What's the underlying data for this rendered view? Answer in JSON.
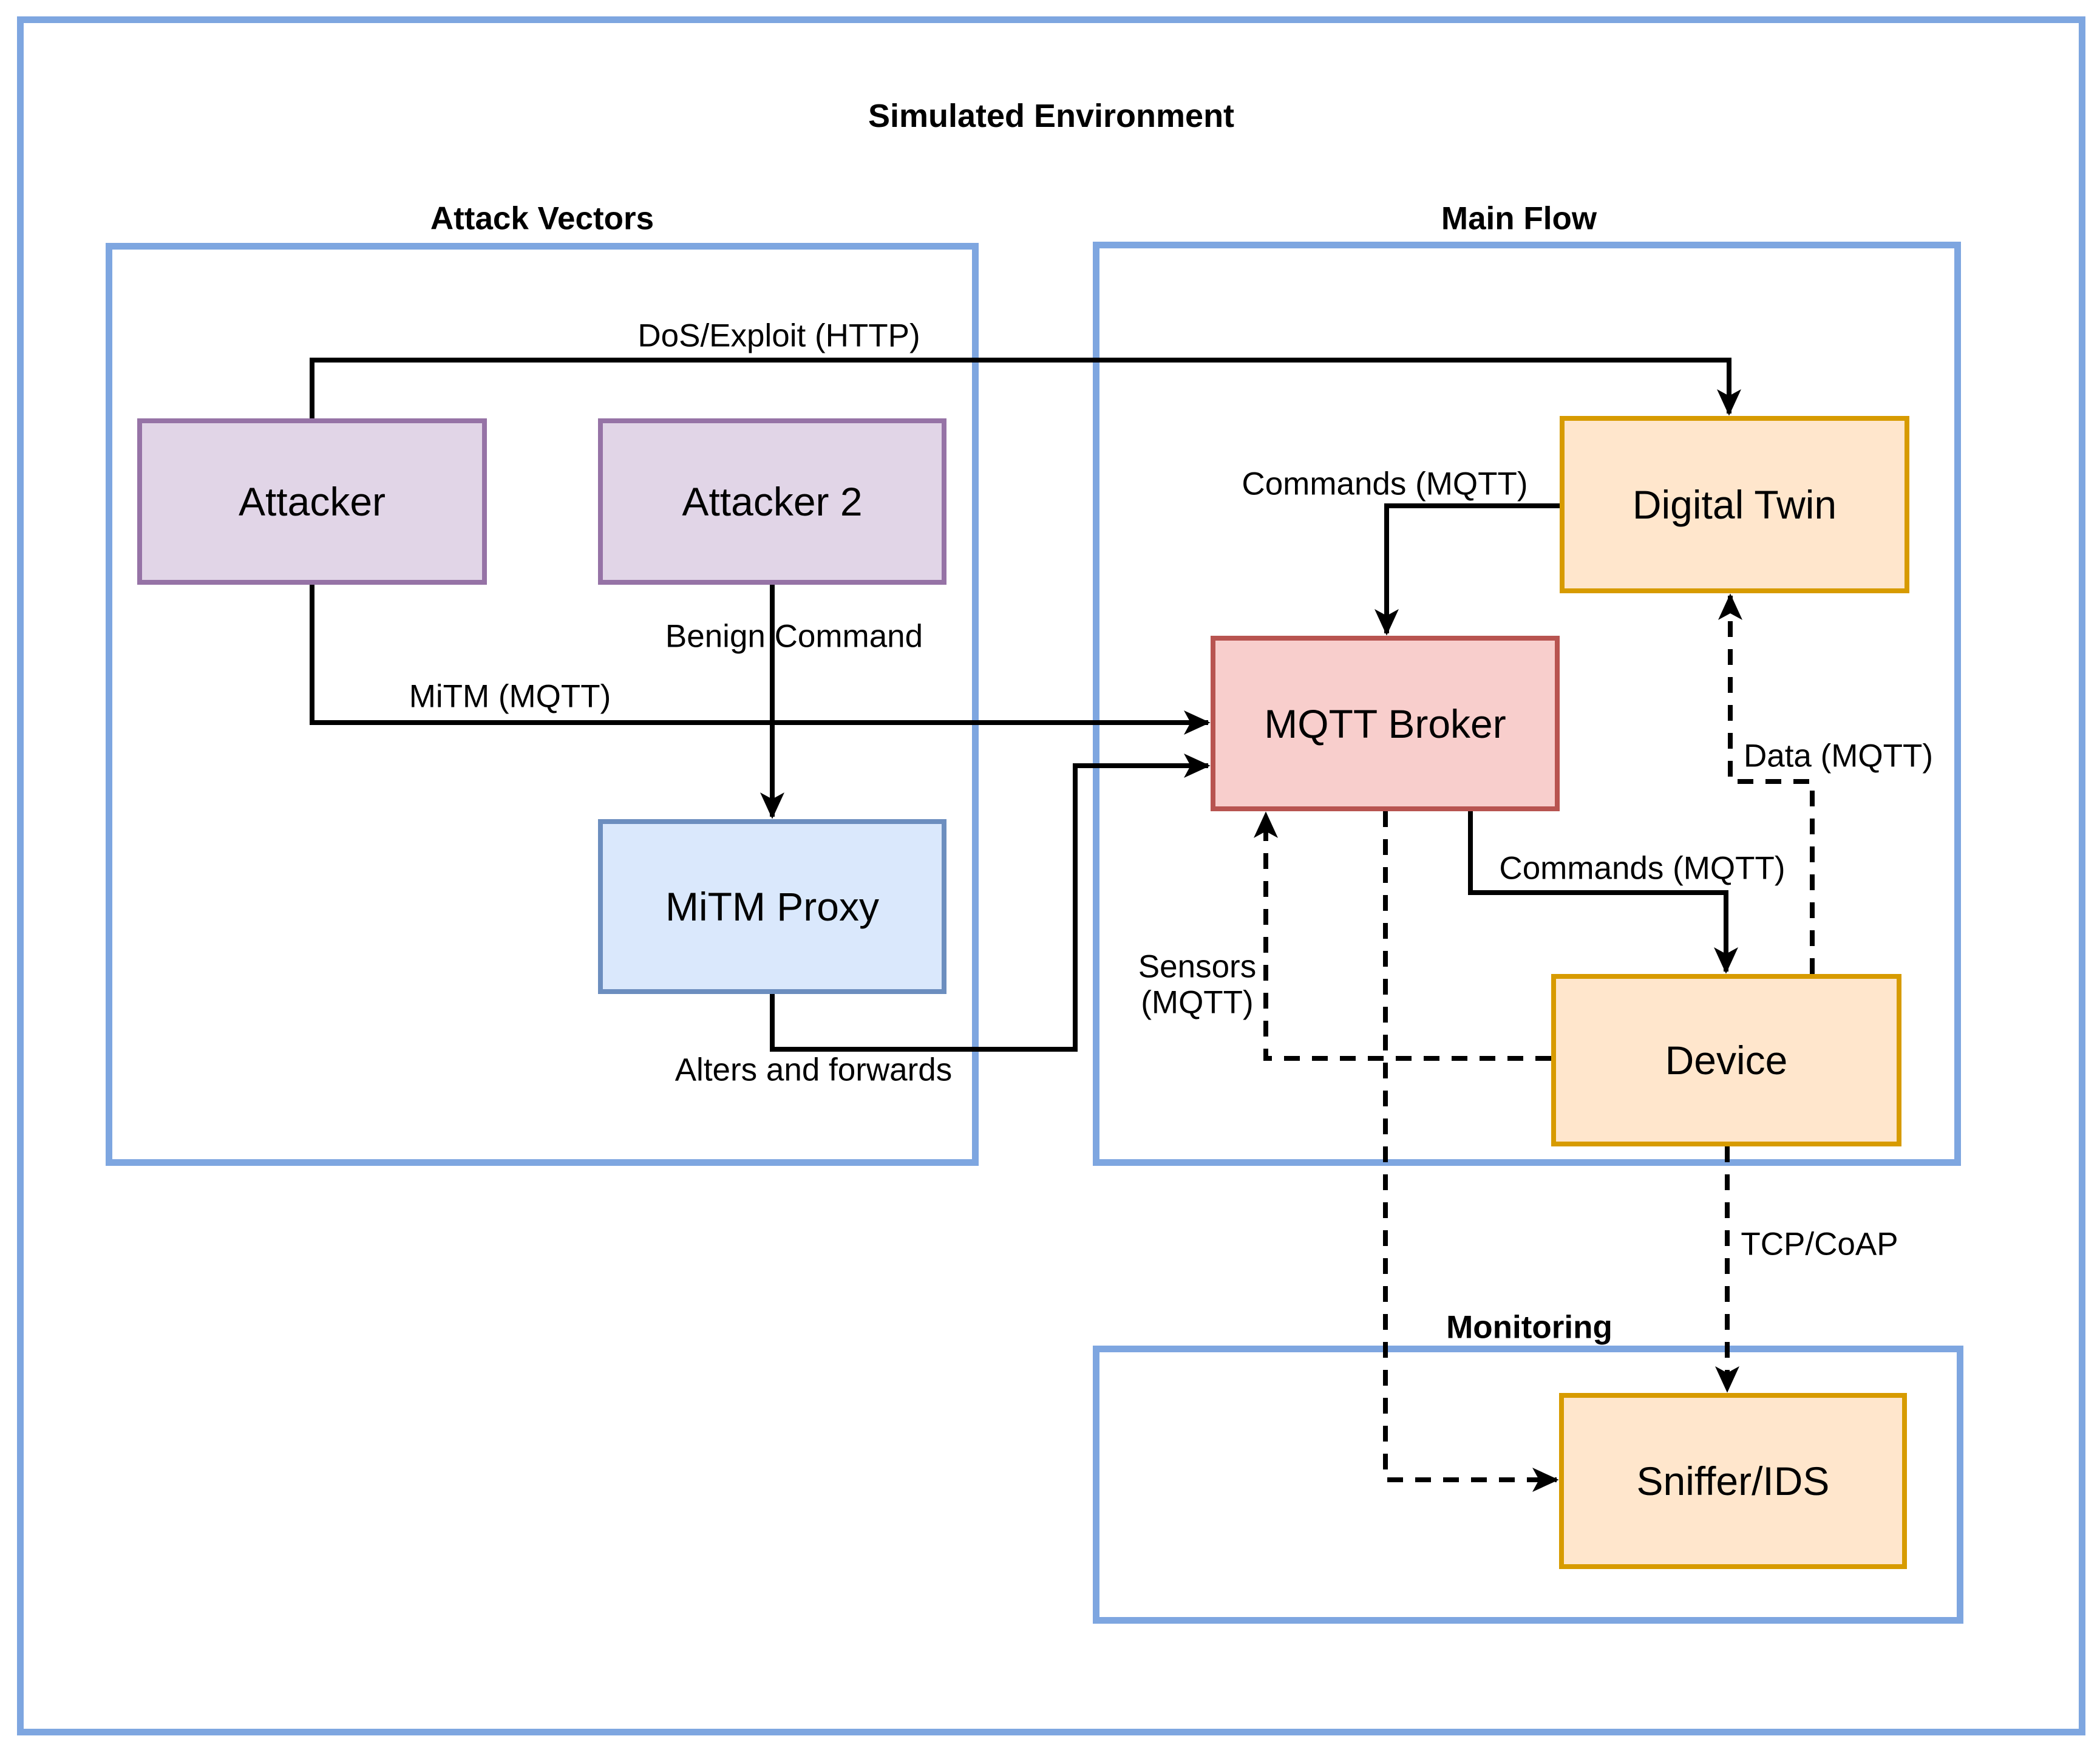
{
  "diagram": {
    "title": "Simulated Environment",
    "sections": {
      "attack_vectors": {
        "label": "Attack Vectors"
      },
      "main_flow": {
        "label": "Main Flow"
      },
      "monitoring": {
        "label": "Monitoring"
      }
    },
    "nodes": {
      "attacker": {
        "label": "Attacker"
      },
      "attacker2": {
        "label": "Attacker 2"
      },
      "mitm_proxy": {
        "label": "MiTM Proxy"
      },
      "digital_twin": {
        "label": "Digital Twin"
      },
      "mqtt_broker": {
        "label": "MQTT Broker"
      },
      "device": {
        "label": "Device"
      },
      "sniffer_ids": {
        "label": "Sniffer/IDS"
      }
    },
    "edges": {
      "dos_exploit": {
        "label": "DoS/Exploit (HTTP)",
        "style": "solid",
        "from": "Attacker",
        "to": "Digital Twin"
      },
      "mitm": {
        "label": "MiTM (MQTT)",
        "style": "solid",
        "from": "Attacker",
        "to": "MQTT Broker"
      },
      "benign_command": {
        "label": "Benign Command",
        "style": "solid",
        "from": "Attacker 2",
        "to": "MiTM Proxy"
      },
      "alters_and_forwards": {
        "label": "Alters and forwards",
        "style": "solid",
        "from": "MiTM Proxy",
        "to": "MQTT Broker"
      },
      "commands_to_broker": {
        "label": "Commands (MQTT)",
        "style": "solid",
        "from": "Digital Twin",
        "to": "MQTT Broker"
      },
      "commands_to_device": {
        "label": "Commands (MQTT)",
        "style": "solid",
        "from": "MQTT Broker",
        "to": "Device"
      },
      "sensors": {
        "label": "Sensors\n(MQTT)",
        "style": "dashed",
        "from": "Device",
        "to": "MQTT Broker"
      },
      "data": {
        "label": "Data (MQTT)",
        "style": "dashed",
        "from": "Device",
        "to": "Digital Twin"
      },
      "broker_to_sniffer": {
        "label": "",
        "style": "dashed",
        "from": "MQTT Broker",
        "to": "Sniffer/IDS"
      },
      "tcp_coap": {
        "label": "TCP/CoAP",
        "style": "dashed",
        "from": "Device",
        "to": "Sniffer/IDS"
      }
    }
  },
  "colors": {
    "section_stroke": "#7EA6E0",
    "purple_fill": "#E1D5E7",
    "purple_stroke": "#9673A6",
    "blue_fill": "#DAE8FC",
    "blue_stroke": "#6C8EBF",
    "orange_fill": "#FFE6CC",
    "orange_stroke": "#D79B00",
    "red_fill": "#F8CECC",
    "red_stroke": "#B85450",
    "line": "#000000"
  }
}
